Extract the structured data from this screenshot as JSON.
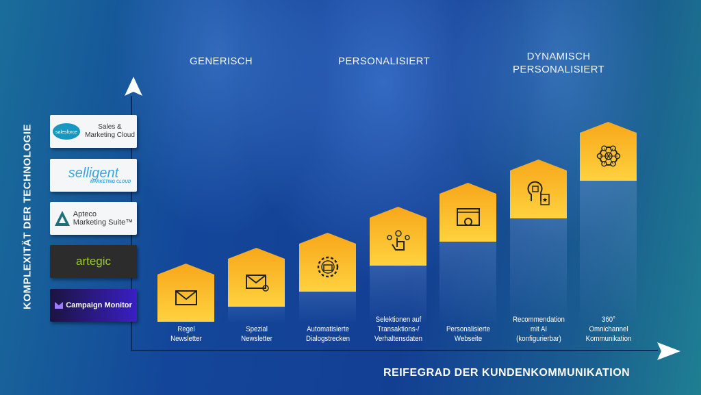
{
  "headers": {
    "generic": "GENERISCH",
    "personalized": "PERSONALISIERT",
    "dynamic_line1": "DYNAMISCH",
    "dynamic_line2": "PERSONALISIERT"
  },
  "axes": {
    "y_label": "KOMPLEXITÄT DER TECHNOLOGIE",
    "x_label": "REIFEGRAD DER KUNDENKOMMUNIKATION"
  },
  "logos": [
    {
      "brand": "salesforce",
      "name_line1": "Sales &",
      "name_line2": "Marketing Cloud"
    },
    {
      "brand": "selligent",
      "sub": "MARKETING CLOUD"
    },
    {
      "brand_line1": "Apteco",
      "brand_line2": "Marketing Suite™"
    },
    {
      "brand": "artegic"
    },
    {
      "brand": "Campaign Monitor"
    }
  ],
  "steps": [
    {
      "line1": "Regel",
      "line2": "Newsletter",
      "line3": "",
      "icon": "envelope-icon"
    },
    {
      "line1": "Spezial",
      "line2": "Newsletter",
      "line3": "",
      "icon": "envelope-heart-icon"
    },
    {
      "line1": "Automatisierte",
      "line2": "Dialogstrecken",
      "line3": "",
      "icon": "gear-mail-icon"
    },
    {
      "line1": "Selektionen auf",
      "line2": "Transaktions-/",
      "line3": "Verhaltensdaten",
      "icon": "touch-select-icon"
    },
    {
      "line1": "Personalisierte",
      "line2": "Webseite",
      "line3": "",
      "icon": "browser-gear-icon"
    },
    {
      "line1": "Recommendation",
      "line2": "mit AI",
      "line3": "(konfigurierbar)",
      "icon": "ai-head-icon"
    },
    {
      "line1": "360°",
      "line2": "Omnichannel",
      "line3": "Kommunikation",
      "icon": "network-icon"
    }
  ],
  "colors": {
    "box_top": "#f7a71a",
    "box_bottom": "#ffd23f",
    "background": "#13469a"
  }
}
